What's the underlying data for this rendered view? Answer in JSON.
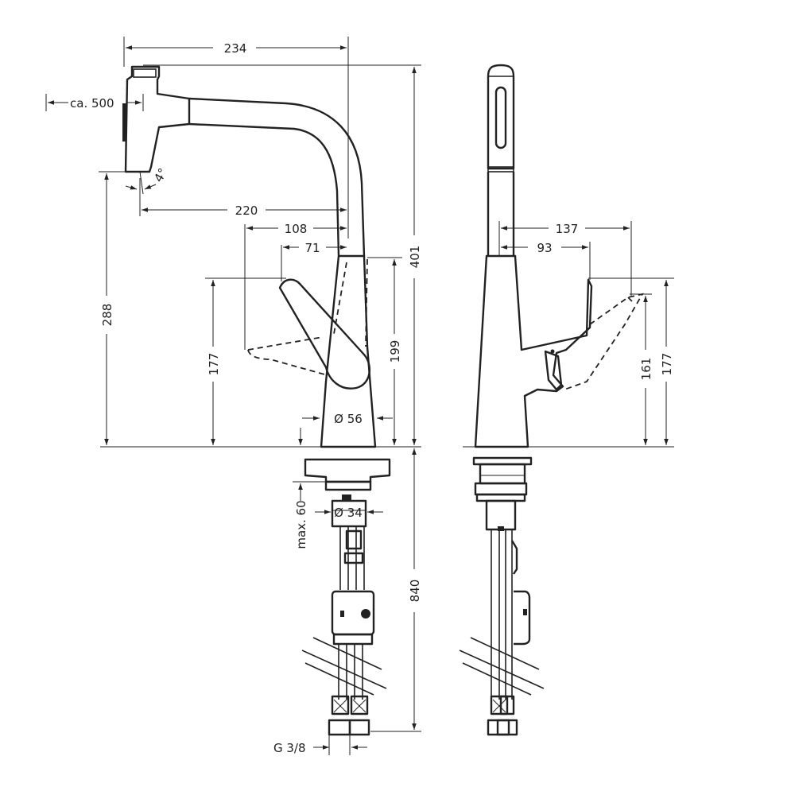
{
  "dimensions": {
    "d234": "234",
    "d500": "ca. 500",
    "d4": "4°",
    "d220": "220",
    "d108": "108",
    "d71": "71",
    "d401": "401",
    "d288": "288",
    "d177_left": "177",
    "d199": "199",
    "d56": "Ø 56",
    "d60": "max. 60",
    "d34": "Ø 34",
    "d840": "840",
    "g38": "G 3/8",
    "d137": "137",
    "d93": "93",
    "d161": "161",
    "d177_right": "177"
  }
}
